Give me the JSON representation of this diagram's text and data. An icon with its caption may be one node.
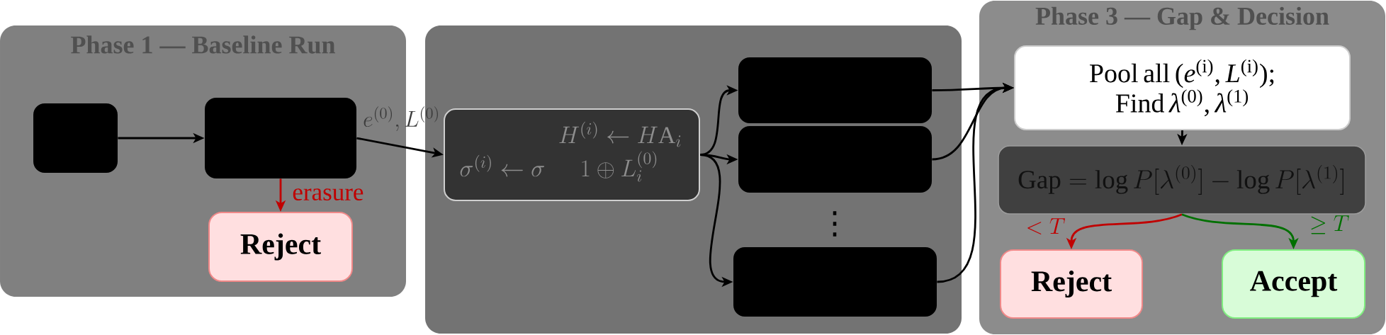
{
  "diagram": {
    "nodes": [
      {
        "text": [
          "Phase 1 — Baseline Run"
        ]
      },
      {
        "text": [],
        "shape": "box",
        "in": 0
      },
      {
        "text": [],
        "shape": "box",
        "in": 0
      },
      {
        "text": [
          "Reject"
        ],
        "in": 0
      },
      {
        "text": [],
        "shape": "box"
      },
      {
        "text": [
          "H^{(i)} \\leftarrow H\\mathrm{A}_i",
          "\\sigma^{(i)} \\leftarrow \\sigma",
          "1\\oplus L_i^{(0)}"
        ],
        "in": 4
      },
      {
        "text": [],
        "shape": "box",
        "in": 4
      },
      {
        "text": [],
        "shape": "box",
        "in": 4
      },
      {
        "text": [],
        "shape": "box",
        "in": 4
      },
      {
        "text": [
          "Phase 3 — Gap & Decision"
        ]
      },
      {
        "text": [
          "Pool all (*e*$^{(i)}$, *L*$^{(i)}$); Find *λ*$^{(0)}$, *λ*$^{(1)}$"
        ],
        "in": 9
      },
      {
        "text": [
          "\\mathrm{Gap} = \\log P[\\lambda^{(0)}] - \\log P[\\lambda^{(1)}]"
        ],
        "in": 9
      },
      {
        "text": [
          "Reject"
        ],
        "in": 9
      },
      {
        "text": [
          "Accept"
        ],
        "in": 9
      }
    ],
    "edges": [
      {
        "from": 1,
        "to": 2,
        "arrow": "to"
      },
      {
        "from": 2,
        "to": 3,
        "arrow": "to",
        "label": "erasure",
        "color": "#c00000"
      },
      {
        "from": 2,
        "to": 5,
        "arrow": "to",
        "label": "e^{(0)}, L^{(0)}"
      },
      {
        "from": 5,
        "to": 6,
        "arrow": "to"
      },
      {
        "from": 5,
        "to": 7,
        "arrow": "to"
      },
      {
        "from": 5,
        "to": 8,
        "arrow": "to"
      },
      {
        "from": 6,
        "to": 10,
        "arrow": "to"
      },
      {
        "from": 7,
        "to": 10,
        "arrow": "to"
      },
      {
        "from": 8,
        "to": 10,
        "arrow": "to"
      },
      {
        "from": 10,
        "to": 11,
        "arrow": "to"
      },
      {
        "from": 11,
        "to": 12,
        "arrow": "to",
        "label": "< T",
        "color": "#c00000"
      },
      {
        "from": 11,
        "to": 13,
        "arrow": "to",
        "label": "\\geq T",
        "color": "#007000"
      }
    ],
    "labels": [
      "⋮"
    ]
  }
}
